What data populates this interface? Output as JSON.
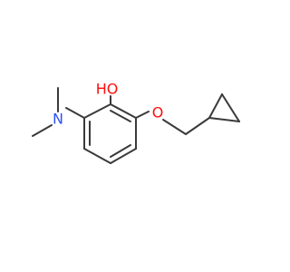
{
  "molecule": {
    "atoms": [
      {
        "id": "oh",
        "text": "HO",
        "color": "#ff0d0d"
      },
      {
        "id": "n",
        "text": "N",
        "color": "#3050f8"
      },
      {
        "id": "o",
        "text": "O",
        "color": "#ff0d0d"
      }
    ],
    "bond_color": "#3a3a3a"
  }
}
